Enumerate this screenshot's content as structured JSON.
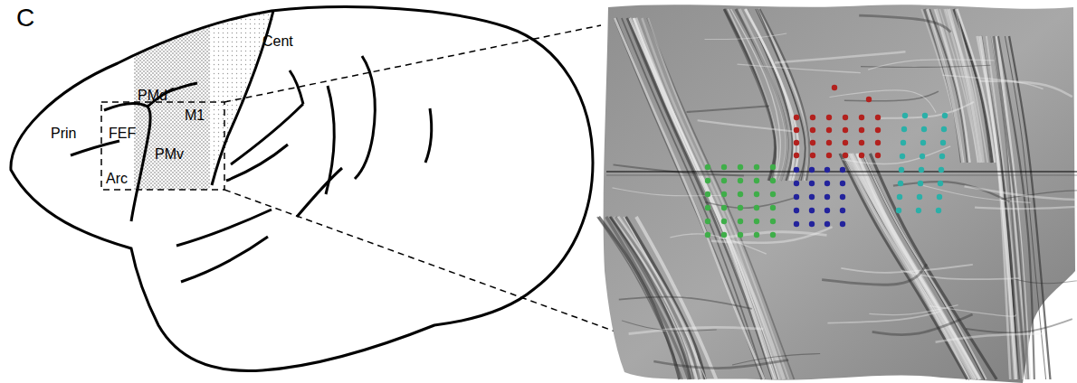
{
  "diagram": {
    "labels": [
      "C",
      "Cent",
      "PMd",
      "M1",
      "Prin",
      "FEF",
      "PMv",
      "Arc"
    ]
  }
}
